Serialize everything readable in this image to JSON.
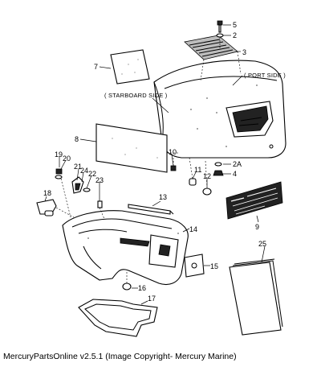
{
  "caption": "MercuryPartsOnline v2.5.1 (Image Copyright- Mercury Marine)",
  "side_labels": {
    "starboard": "( STARBOARD SIDE )",
    "port": "( PORT SIDE )"
  },
  "callouts": [
    "5",
    "2",
    "3",
    "7",
    "8",
    "19",
    "20",
    "21",
    "24",
    "22",
    "23",
    "18",
    "10",
    "11",
    "12",
    "2A",
    "4",
    "13",
    "14",
    "9",
    "15",
    "25",
    "16",
    "17"
  ]
}
